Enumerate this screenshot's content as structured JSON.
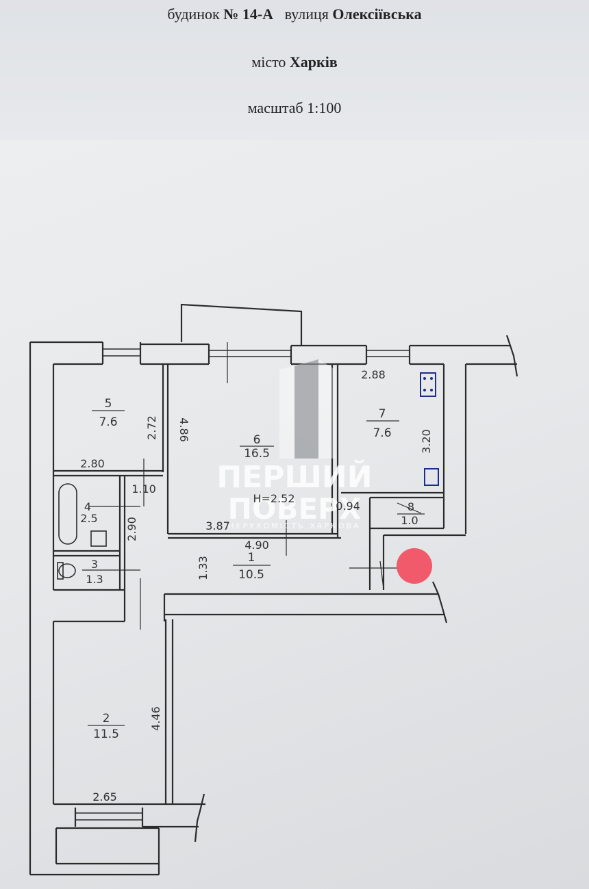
{
  "header": {
    "building_label": "будинок",
    "building_number": "№ 14-А",
    "street_label": "вулиця",
    "street_name": "Олексіївська",
    "city_label": "місто",
    "city_name": "Харків",
    "scale_label": "масштаб 1:100"
  },
  "rooms": [
    {
      "number": "1",
      "area": "10.5"
    },
    {
      "number": "2",
      "area": "11.5"
    },
    {
      "number": "3",
      "area": "1.3"
    },
    {
      "number": "4",
      "area": "2.5"
    },
    {
      "number": "5",
      "area": "7.6"
    },
    {
      "number": "6",
      "area": "16.5"
    },
    {
      "number": "7",
      "area": "7.6"
    },
    {
      "number": "8",
      "area": "1.0"
    }
  ],
  "dimensions": {
    "d_288": "2.88",
    "d_272": "2.72",
    "d_486": "4.86",
    "d_320": "3.20",
    "d_280": "2.80",
    "d_110": "1.10",
    "d_290": "2.90",
    "d_387": "3.87",
    "d_490": "4.90",
    "d_133": "1.33",
    "d_446": "4.46",
    "d_265": "2.65",
    "ceiling_height": "H=2.52",
    "d_094": "0.94"
  },
  "watermark": {
    "line1": "ПЕРШИЙ",
    "line2": "ПОВЕРХ",
    "tagline": "НЕРУХОМІСТЬ ХАРКОВА"
  },
  "marker_color": "#f05a6a"
}
